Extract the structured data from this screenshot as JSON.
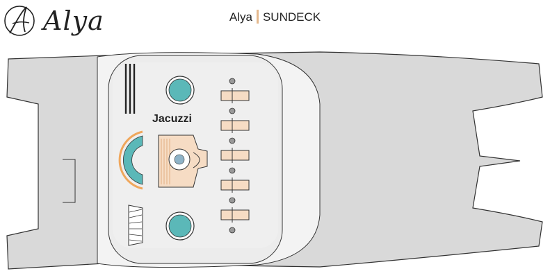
{
  "header": {
    "logo_text": "Alya",
    "brand": "Alya",
    "deck_name": "SUNDECK"
  },
  "labels": {
    "jacuzzi": "Jacuzzi"
  },
  "colors": {
    "hull": "#d9d9d9",
    "deck_floor": "#ececec",
    "pool_teal": "#5bb8b8",
    "lounger": "#f6dcc4",
    "accent_orange": "#f0a75c",
    "separator": "#e5b98e"
  },
  "furniture": {
    "jacuzzi_count": 2,
    "lounger_count": 5
  }
}
